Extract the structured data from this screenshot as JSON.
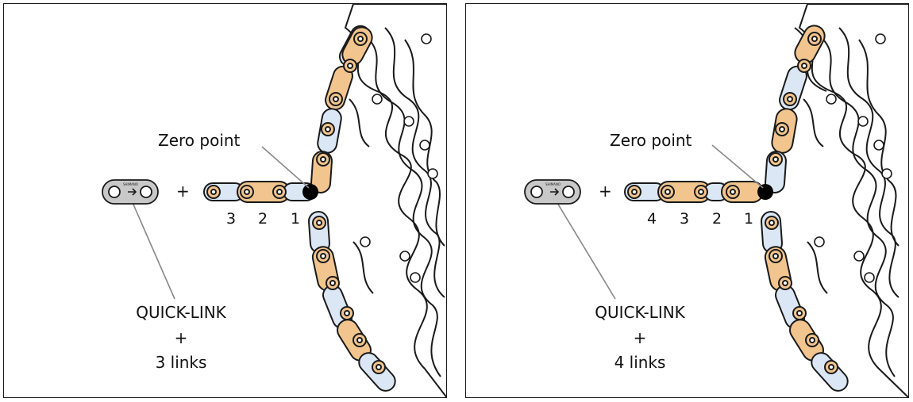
{
  "panels": [
    {
      "id": "left",
      "zero_point_label": "Zero point",
      "plus_symbol": "+",
      "link_numbers": [
        "3",
        "2",
        "1"
      ],
      "caption": {
        "line1": "QUICK-LINK",
        "line2": "+",
        "line3": "3 links"
      },
      "quick_link_marking": "SHIMANO"
    },
    {
      "id": "right",
      "zero_point_label": "Zero point",
      "plus_symbol": "+",
      "link_numbers": [
        "4",
        "3",
        "2",
        "1"
      ],
      "caption": {
        "line1": "QUICK-LINK",
        "line2": "+",
        "line3": "4 links"
      },
      "quick_link_marking": "SHIMANO"
    }
  ],
  "colors": {
    "outer_link": "#f2c58e",
    "inner_link": "#dbe7f4",
    "outline": "#1a1a1a",
    "zero_point_pin": "#000000",
    "quick_link": "#c8c8c8"
  }
}
